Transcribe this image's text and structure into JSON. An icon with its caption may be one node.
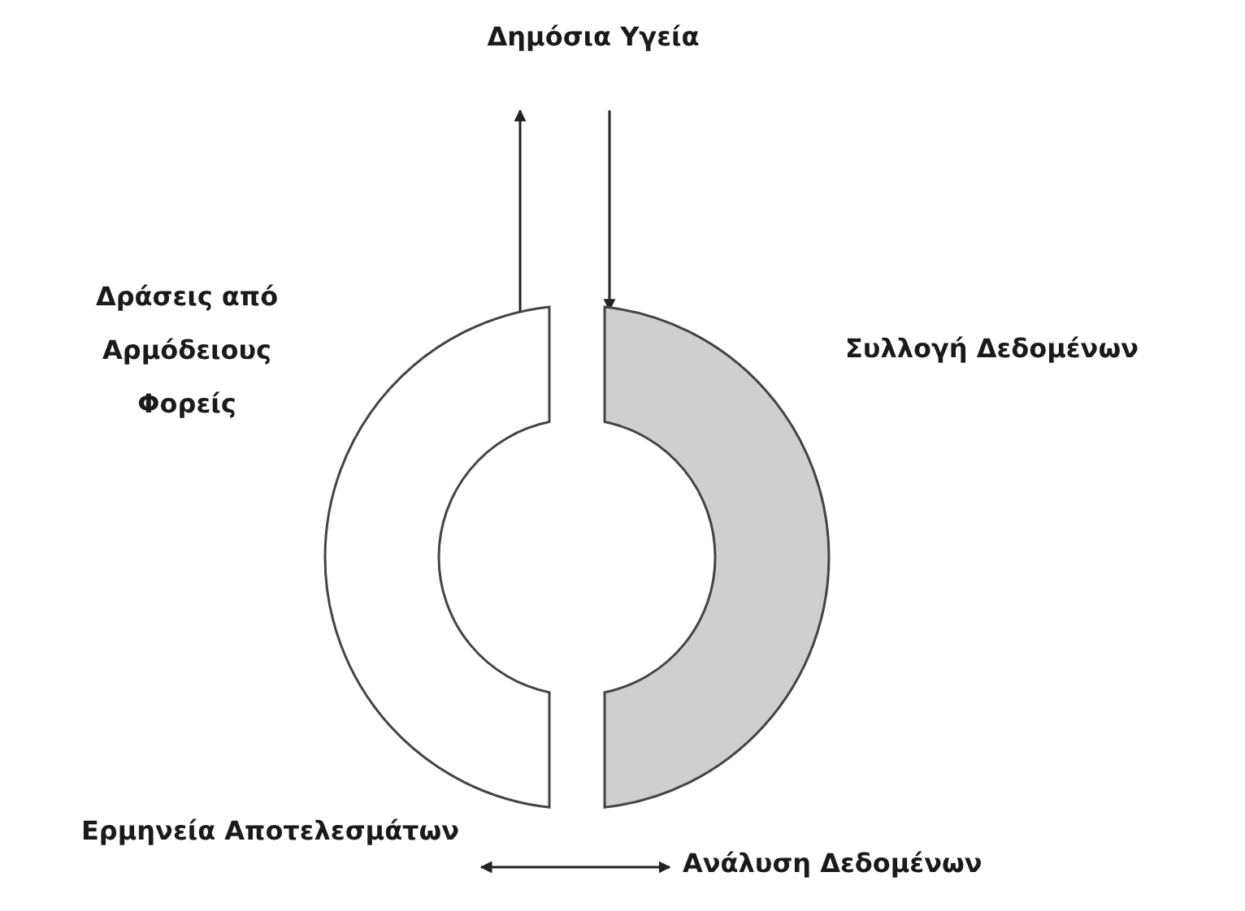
{
  "diagram": {
    "nodes": [
      {
        "text": [
          "Δημόσια Υγεία"
        ]
      },
      {
        "text": [],
        "shape": "arc",
        "beside": [
          "Δράσεις από Αρμόδειους Φορείς"
        ]
      },
      {
        "text": [],
        "shape": "arc",
        "beside": [
          "Συλλογή Δεδομένων"
        ]
      },
      {
        "text": [
          "Ερμηνεία Αποτελεσμάτων"
        ]
      },
      {
        "text": [
          "Ανάλυση Δεδομένων"
        ]
      }
    ],
    "edges": [
      {
        "from": 1,
        "to": 0,
        "arrow": "to"
      },
      {
        "from": 0,
        "to": 2,
        "arrow": "to"
      },
      {
        "from": 3,
        "to": 4,
        "arrow": "both"
      }
    ]
  }
}
